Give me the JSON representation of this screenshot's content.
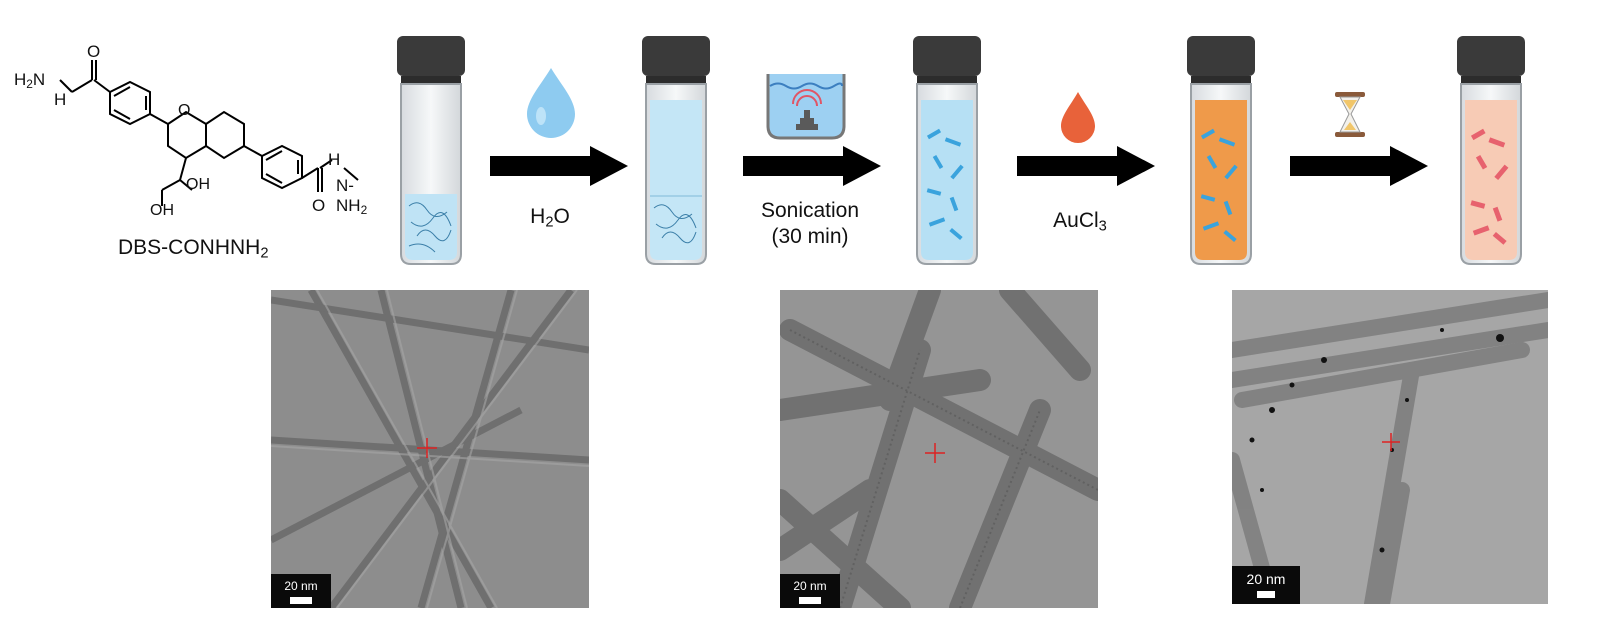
{
  "molecule": {
    "name_main": "DBS-CONHNH",
    "name_sub": "2",
    "atoms": {
      "h2n_h": "H",
      "h2n_sub": "2",
      "h2n_n": "N",
      "n_left": "N",
      "h_left": "H",
      "o_top": "O",
      "o_ring": "O",
      "oh": "OH",
      "oh2": "OH",
      "h_right": "H",
      "n_right": "N",
      "nh2": "NH",
      "nh2_sub": "2",
      "o_bottom": "O"
    }
  },
  "steps": [
    {
      "label_main": "H",
      "label_sub": "2",
      "label_tail": "O"
    },
    {
      "label_line1": "Sonication",
      "label_line2": "(30 min)"
    },
    {
      "label_main": "AuCl",
      "label_sub": "3",
      "label_tail": ""
    }
  ],
  "vials": [
    {
      "liquid": "gel-bottom",
      "color": "#bfe3f5"
    },
    {
      "liquid": "water-full",
      "color": "#bfe3f5"
    },
    {
      "liquid": "fibres-blue",
      "color": "#b6e0f4"
    },
    {
      "liquid": "gold-orange",
      "color": "#ef9a4a"
    },
    {
      "liquid": "pink-rods",
      "color": "#f7cbb5"
    }
  ],
  "micrographs": [
    {
      "scale": "20 nm"
    },
    {
      "scale": "20 nm"
    },
    {
      "scale": "20 nm"
    }
  ],
  "colors": {
    "arrow": "#000000",
    "water_drop": "#8ecbf0",
    "gold_drop": "#e8623a",
    "fibre_blue": "#3aa3dd",
    "fibre_pink": "#e7626e"
  },
  "icons": [
    "water-drop-icon",
    "ultrasonic-bath-icon",
    "gold-drop-icon",
    "hourglass-icon"
  ]
}
